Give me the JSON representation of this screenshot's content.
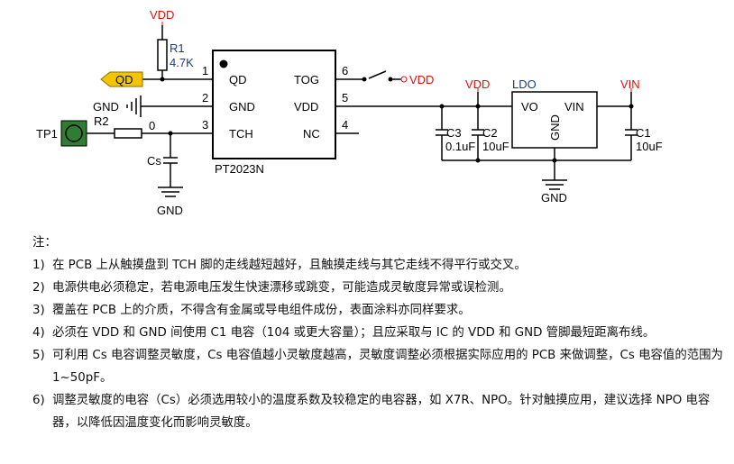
{
  "schematic": {
    "vdd_top": "VDD",
    "r1_name": "R1",
    "r1_value": "4.7K",
    "qd_port": "QD",
    "gnd_left": "GND",
    "tp1": "TP1",
    "r2_name": "R2",
    "r2_value": "0",
    "cs": "Cs",
    "gnd_cs": "GND",
    "ic": {
      "part": "PT2023N",
      "pins_left": [
        {
          "num": "1",
          "name": "QD"
        },
        {
          "num": "2",
          "name": "GND"
        },
        {
          "num": "3",
          "name": "TCH"
        }
      ],
      "pins_right": [
        {
          "num": "6",
          "name": "TOG"
        },
        {
          "num": "5",
          "name": "VDD"
        },
        {
          "num": "4",
          "name": "NC"
        }
      ]
    },
    "tog_vdd": "VDD",
    "vdd_mid": "VDD",
    "c3_name": "C3",
    "c3_value": "0.1uF",
    "c2_name": "C2",
    "c2_value": "10uF",
    "ldo": {
      "title": "LDO",
      "vo": "VO",
      "vin": "VIN",
      "gnd": "GND"
    },
    "gnd_ldo": "GND",
    "vin_label": "VIN",
    "c1_name": "C1",
    "c1_value": "10uF"
  },
  "notes": {
    "title": "注：",
    "items": [
      {
        "num": "1)",
        "text": "在 PCB 上从触摸盘到 TCH 脚的走线越短越好，且触摸走线与其它走线不得平行或交叉。"
      },
      {
        "num": "2)",
        "text": "电源供电必须稳定，若电源电压发生快速漂移或跳变，可能造成灵敏度异常或误检测。"
      },
      {
        "num": "3)",
        "text": "覆盖在 PCB 上的介质，不得含有金属或导电组件成份，表面涂料亦同样要求。"
      },
      {
        "num": "4)",
        "text": "必须在 VDD 和 GND 间使用 C1 电容（104 或更大容量）；且应采取与 IC 的 VDD 和 GND 管脚最短距离布线。"
      },
      {
        "num": "5)",
        "text": "可利用 Cs 电容调整灵敏度，Cs 电容值越小灵敏度越高，灵敏度调整必须根据实际应用的 PCB 来做调整，Cs 电容值的范围为 1~50pF。"
      },
      {
        "num": "6)",
        "text": "调整灵敏度的电容（Cs）必须选用较小的温度系数及较稳定的电容器，如 X7R、NPO。针对触摸应用，建议选择 NPO 电容器，以降低因温度变化而影响灵敏度。"
      }
    ]
  }
}
